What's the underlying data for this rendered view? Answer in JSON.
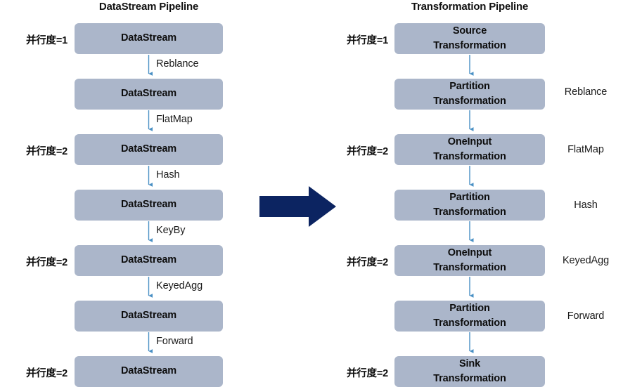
{
  "colors": {
    "node_fill": "#abb6ca",
    "connector_blue": "#4a90c4",
    "big_arrow": "#0c2461",
    "text": "#0d0d0d",
    "background": "#ffffff"
  },
  "left_pipeline": {
    "title": "DataStream Pipeline",
    "nodes": [
      {
        "line1": "DataStream",
        "line2": "",
        "parallelism": "并行度=1"
      },
      {
        "line1": "DataStream",
        "line2": "",
        "parallelism": ""
      },
      {
        "line1": "DataStream",
        "line2": "",
        "parallelism": "并行度=2"
      },
      {
        "line1": "DataStream",
        "line2": "",
        "parallelism": ""
      },
      {
        "line1": "DataStream",
        "line2": "",
        "parallelism": "并行度=2"
      },
      {
        "line1": "DataStream",
        "line2": "",
        "parallelism": ""
      },
      {
        "line1": "DataStream",
        "line2": "",
        "parallelism": "并行度=2"
      }
    ],
    "edge_labels": [
      "Reblance",
      "FlatMap",
      "Hash",
      "KeyBy",
      "KeyedAgg",
      "Forward"
    ]
  },
  "right_pipeline": {
    "title": "Transformation Pipeline",
    "nodes": [
      {
        "line1": "Source",
        "line2": "Transformation",
        "parallelism": "并行度=1"
      },
      {
        "line1": "Partition",
        "line2": "Transformation",
        "parallelism": ""
      },
      {
        "line1": "OneInput",
        "line2": "Transformation",
        "parallelism": "并行度=2"
      },
      {
        "line1": "Partition",
        "line2": "Transformation",
        "parallelism": ""
      },
      {
        "line1": "OneInput",
        "line2": "Transformation",
        "parallelism": "并行度=2"
      },
      {
        "line1": "Partition",
        "line2": "Transformation",
        "parallelism": ""
      },
      {
        "line1": "Sink",
        "line2": "Transformation",
        "parallelism": "并行度=2"
      }
    ],
    "side_labels": [
      "Reblance",
      "FlatMap",
      "Hash",
      "KeyedAgg",
      "Forward"
    ]
  },
  "transform_arrow": {
    "name": "transform-arrow",
    "direction": "right"
  }
}
